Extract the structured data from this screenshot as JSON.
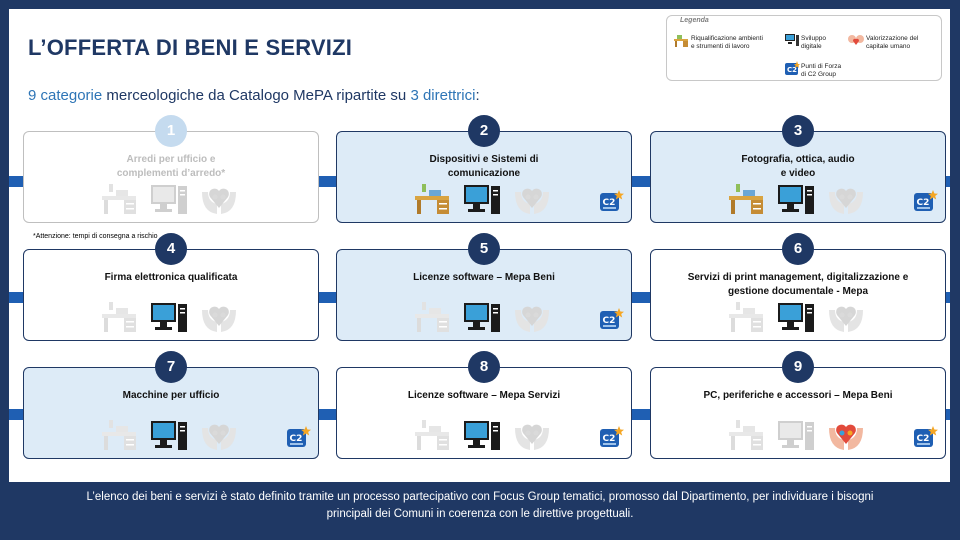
{
  "title": "L’OFFERTA DI BENI E SERVIZI",
  "subtitle": {
    "part1": "9 categorie",
    "part2": " merceologiche da Catalogo MePA ripartite su ",
    "part3": "3 direttrici",
    "part4": ":"
  },
  "legend": {
    "title": "Legenda",
    "items": [
      {
        "icon": "office-desk-icon",
        "label_line1": "Riqualificazione ambienti",
        "label_line2": "e strumenti di lavoro"
      },
      {
        "icon": "computer-icon",
        "label_line1": "Sviluppo",
        "label_line2": "digitale"
      },
      {
        "icon": "people-heart-icon",
        "label_line1": "Valorizzazione del",
        "label_line2": "capitale umano"
      },
      {
        "icon": "c2-group-icon",
        "label_line1": "Punti di Forza",
        "label_line2": "di C2 Group"
      }
    ]
  },
  "cards": [
    {
      "number": "1",
      "title_line1": "Arredi per ufficio e",
      "title_line2": "complementi d’arredo*",
      "style": "faded",
      "active": "none",
      "c2": false
    },
    {
      "number": "2",
      "title_line1": "Dispositivi e Sistemi di",
      "title_line2": "comunicazione",
      "style": "blue",
      "active": "desk+computer",
      "c2": true
    },
    {
      "number": "3",
      "title_line1": "Fotografia, ottica, audio",
      "title_line2": "e video",
      "style": "blue",
      "active": "desk+computer",
      "c2": true
    },
    {
      "number": "4",
      "title_line1": "Firma elettronica qualificata",
      "title_line2": "",
      "style": "white",
      "active": "computer",
      "c2": false
    },
    {
      "number": "5",
      "title_line1": "Licenze software – Mepa Beni",
      "title_line2": "",
      "style": "blue",
      "active": "computer",
      "c2": true
    },
    {
      "number": "6",
      "title_line1": "Servizi di print management, digitalizzazione e",
      "title_line2": "gestione documentale - Mepa",
      "style": "white",
      "active": "computer",
      "c2": false
    },
    {
      "number": "7",
      "title_line1": "Macchine per ufficio",
      "title_line2": "",
      "style": "blue",
      "active": "computer",
      "c2": true
    },
    {
      "number": "8",
      "title_line1": "Licenze software – Mepa Servizi",
      "title_line2": "",
      "style": "white",
      "active": "computer",
      "c2": true
    },
    {
      "number": "9",
      "title_line1": "PC, periferiche e accessori – Mepa Beni",
      "title_line2": "",
      "style": "white",
      "active": "people",
      "c2": true
    }
  ],
  "note": "*Attenzione: tempi di consegna a rischio",
  "footer": {
    "line1": "L’elenco dei beni e servizi è stato definito tramite un processo partecipativo con Focus Group tematici, promosso dal Dipartimento, per individuare i bisogni",
    "line2": "principali dei Comuni in coerenza con le direttive progettuali."
  },
  "colors": {
    "navy": "#1f3864",
    "accent": "#2e75b6",
    "card_blue": "#ddebf7",
    "bar_blue": "#1f5fb3"
  }
}
